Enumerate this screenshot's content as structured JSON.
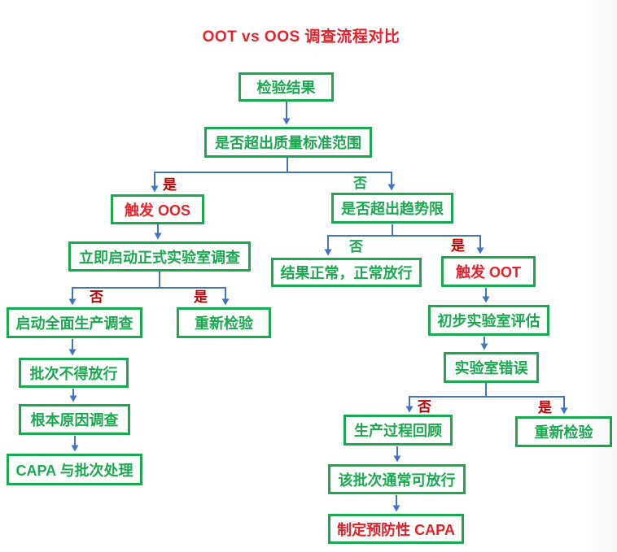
{
  "title": {
    "text": "OOT vs OOS 调查流程对比",
    "color": "#e8202a"
  },
  "colors": {
    "green": "#1aa850",
    "red": "#e8202a",
    "red_label": "#c00000",
    "arrow": "#4472c4",
    "background": "#ffffff"
  },
  "decision_labels": {
    "yes": "是",
    "no": "否"
  },
  "nodes": [
    {
      "id": "test-result",
      "label": "检验结果",
      "color": "green"
    },
    {
      "id": "exceed-spec-question",
      "label": "是否超出质量标准范围",
      "color": "green"
    },
    {
      "id": "trigger-oos",
      "label": "触发 OOS",
      "color": "red"
    },
    {
      "id": "exceed-trend-question",
      "label": "是否超出趋势限",
      "color": "green"
    },
    {
      "id": "start-formal-lab-investigation",
      "label": "立即启动正式实验室调查",
      "color": "green"
    },
    {
      "id": "result-normal-release",
      "label": "结果正常，正常放行",
      "color": "green"
    },
    {
      "id": "trigger-oot",
      "label": "触发 OOT",
      "color": "red"
    },
    {
      "id": "full-production-investigation",
      "label": "启动全面生产调查",
      "color": "green"
    },
    {
      "id": "retest-left",
      "label": "重新检验",
      "color": "green"
    },
    {
      "id": "preliminary-lab-assessment",
      "label": "初步实验室评估",
      "color": "green"
    },
    {
      "id": "batch-not-released",
      "label": "批次不得放行",
      "color": "green"
    },
    {
      "id": "lab-error-question",
      "label": "实验室错误",
      "color": "green"
    },
    {
      "id": "root-cause-investigation",
      "label": "根本原因调查",
      "color": "green"
    },
    {
      "id": "production-process-review",
      "label": "生产过程回顾",
      "color": "green"
    },
    {
      "id": "retest-right",
      "label": "重新检验",
      "color": "green"
    },
    {
      "id": "capa-batch-disposition",
      "label": "CAPA 与批次处理",
      "color": "green"
    },
    {
      "id": "batch-usually-releasable",
      "label": "该批次通常可放行",
      "color": "green"
    },
    {
      "id": "preventive-capa",
      "label": "制定预防性 CAPA",
      "color": "red"
    }
  ],
  "edge_labels": [
    {
      "text": "是",
      "color": "red"
    },
    {
      "text": "否",
      "color": "green"
    },
    {
      "text": "否",
      "color": "green"
    },
    {
      "text": "是",
      "color": "red"
    },
    {
      "text": "否",
      "color": "red"
    },
    {
      "text": "是",
      "color": "red"
    },
    {
      "text": "否",
      "color": "red"
    },
    {
      "text": "是",
      "color": "red"
    }
  ]
}
